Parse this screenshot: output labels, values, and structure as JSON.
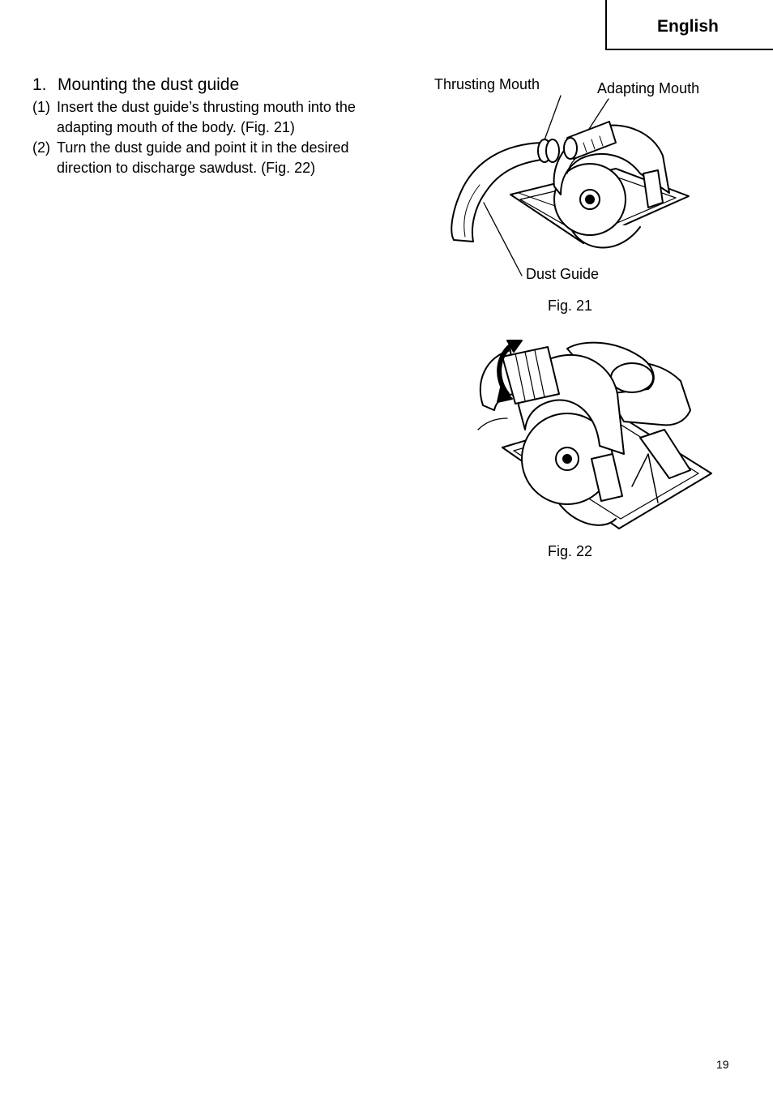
{
  "header": {
    "language": "English"
  },
  "section": {
    "number": "1.",
    "title": "Mounting the dust guide",
    "steps": [
      {
        "index": "(1)",
        "line1": "Insert the dust guide’s thrusting mouth into the",
        "line2": "adapting mouth of the body.  (Fig. 21)"
      },
      {
        "index": "(2)",
        "line1": "Turn the dust guide and point it in the desired",
        "line2": "direction to discharge sawdust.  (Fig. 22)"
      }
    ]
  },
  "figure21": {
    "caption": "Fig. 21",
    "labels": {
      "thrusting_mouth": "Thrusting Mouth",
      "adapting_mouth": "Adapting Mouth",
      "dust_guide": "Dust Guide"
    }
  },
  "figure22": {
    "caption": "Fig. 22"
  },
  "footer": {
    "page_number": "19"
  }
}
